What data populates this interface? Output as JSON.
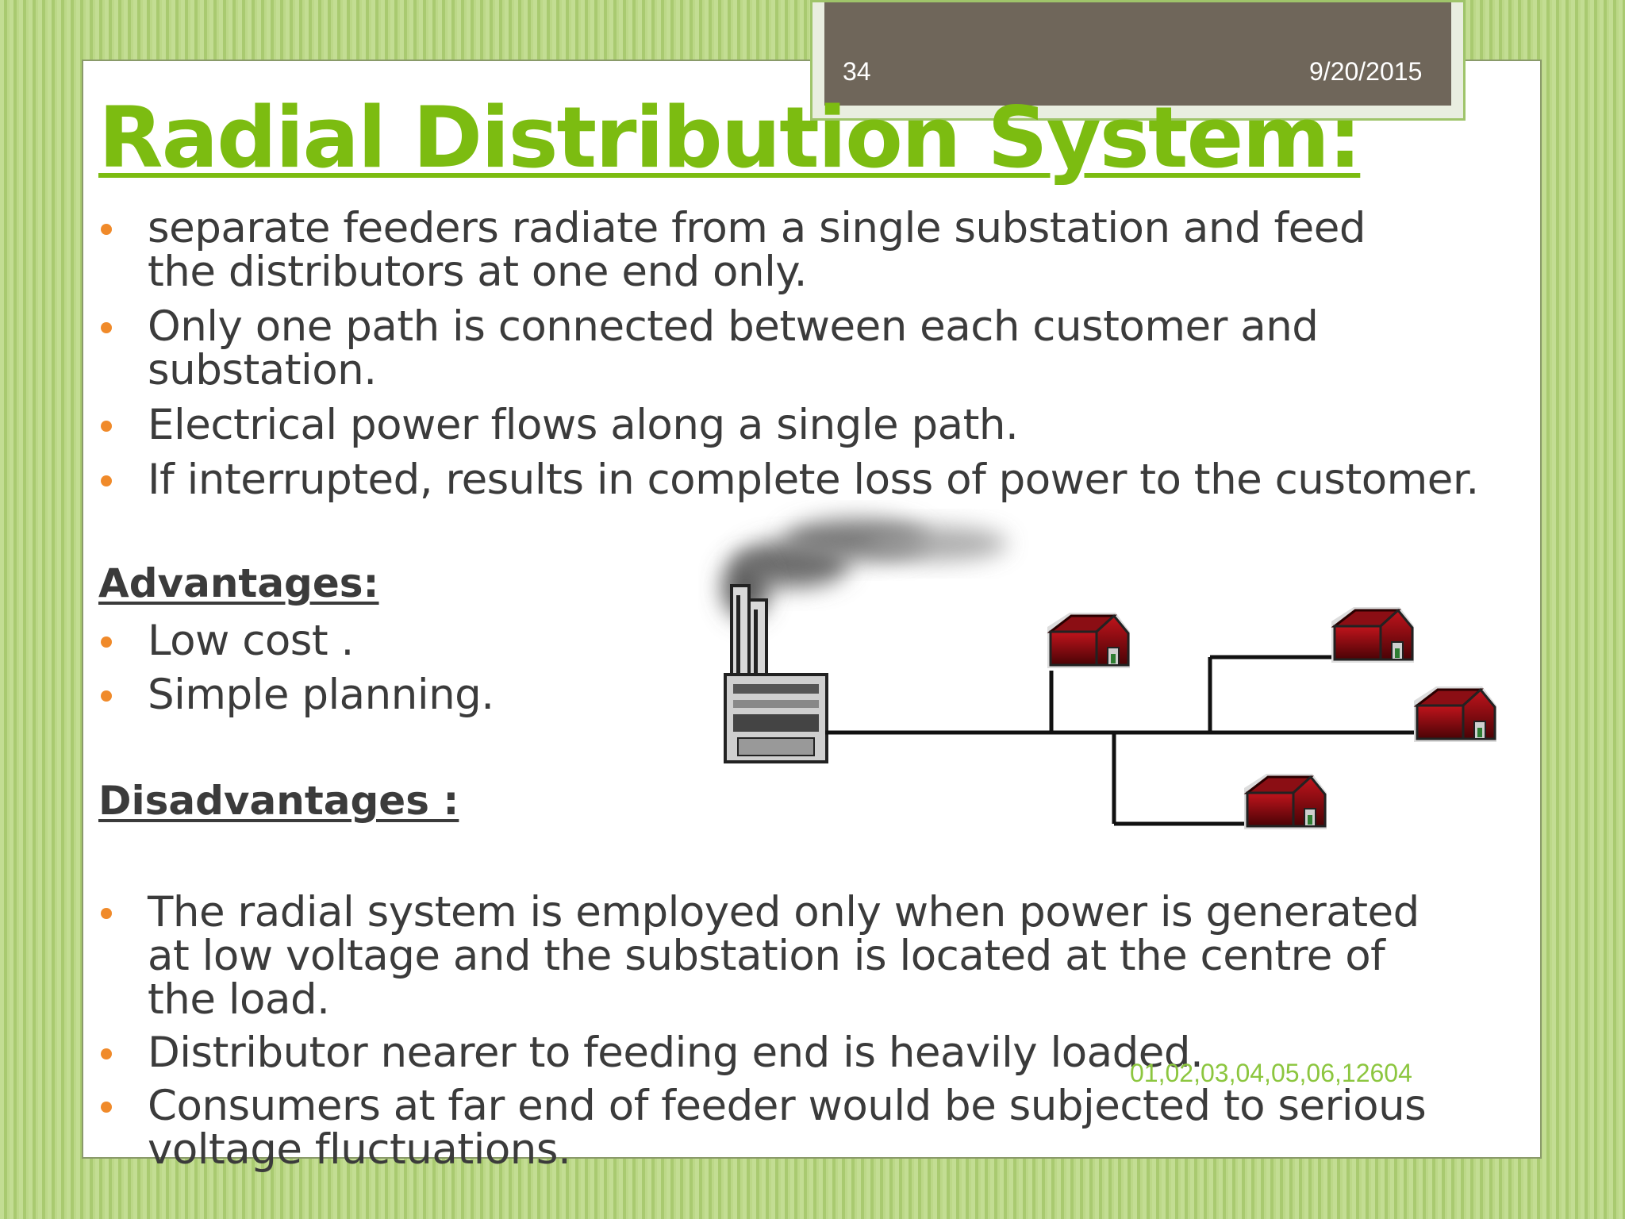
{
  "header": {
    "slide_number": "34",
    "date": "9/20/2015"
  },
  "title": "Radial Distribution System:",
  "bullets_top": [
    " separate feeders radiate from a single substation and feed",
    "the distributors at one end only.",
    "Only one path is connected between each customer and",
    "substation.",
    "Electrical power flows along a single path.",
    "If interrupted, results in complete loss of power to the customer."
  ],
  "advantages": {
    "heading": "Advantages:",
    "items": [
      "Low cost .",
      "Simple planning."
    ]
  },
  "disadvantages": {
    "heading": "Disadvantages :",
    "items": [
      "The radial system is employed only when power is generated",
      "at low voltage and the substation is located at the centre of",
      "the load.",
      "Distributor nearer to feeding end is heavily loaded.",
      "Consumers at far  end of feeder would be subjected to serious",
      "voltage fluctuations."
    ]
  },
  "footer": "01,02,03,04,05,06,12604",
  "colors": {
    "title": "#7cbc11",
    "bullet": "#f08a2a",
    "body_text": "#3b3b3b",
    "header_bar": "#6f665a",
    "house_roof": "#8b0e14"
  }
}
